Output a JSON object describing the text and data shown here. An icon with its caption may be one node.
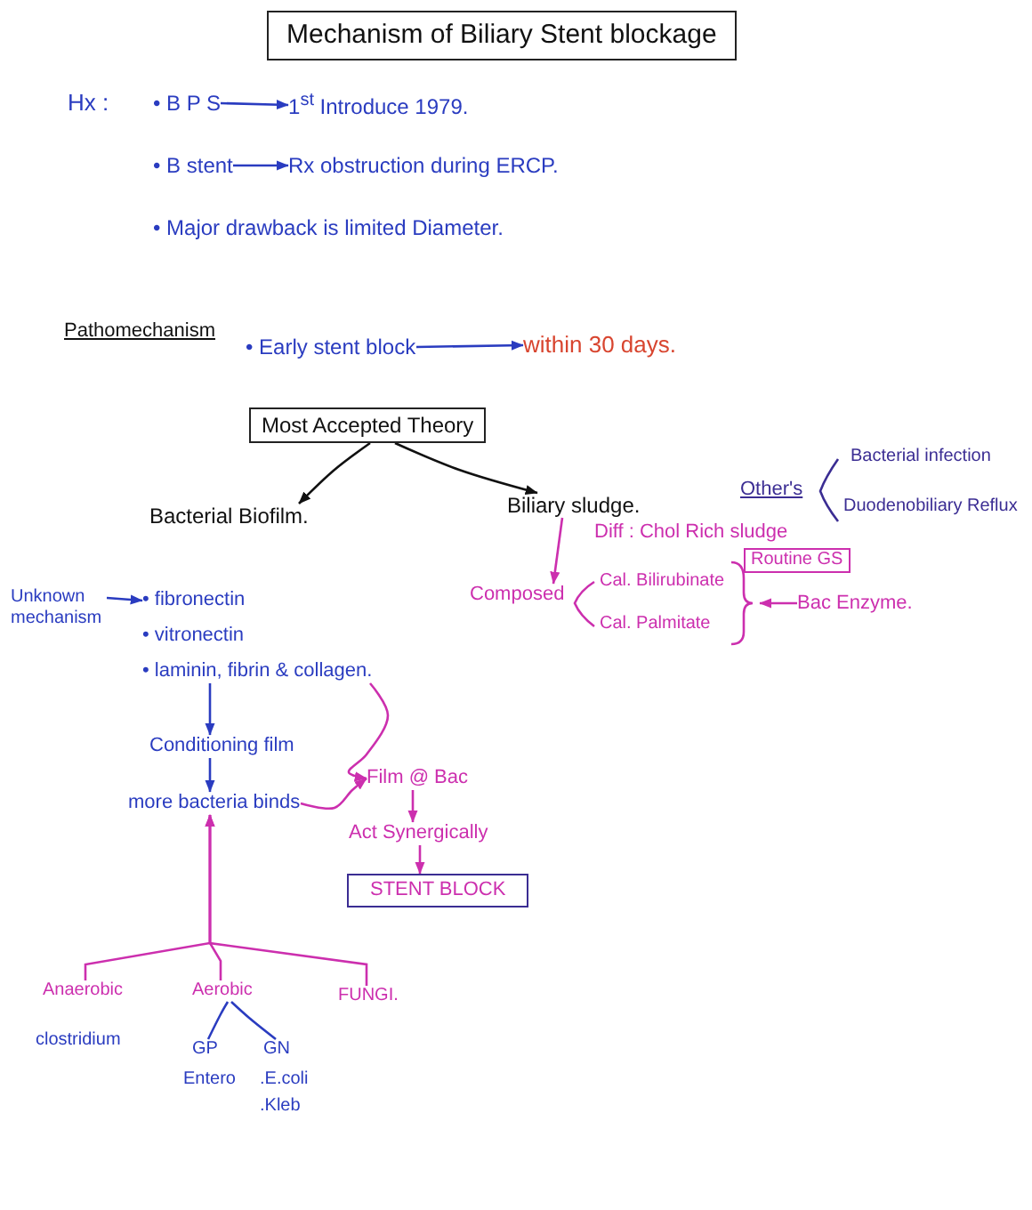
{
  "diagram": {
    "title": "Mechanism of Biliary Stent blockage",
    "nodes": [
      {
        "text": [
          "• B P S"
        ]
      },
      {
        "text": [
          "1$^{st}$ Introduce 1979."
        ]
      },
      {
        "text": [
          "• B stent"
        ]
      },
      {
        "text": [
          "Rx obstruction during ERCP."
        ]
      },
      {
        "text": [
          "• Early stent block"
        ]
      },
      {
        "text": [
          "within 30 days."
        ]
      },
      {
        "text": [
          "Most Accepted Theory"
        ]
      },
      {
        "text": [
          "Bacterial Biofilm."
        ]
      },
      {
        "text": [
          "Biliary sludge."
        ]
      },
      {
        "text": [
          "Routine GS"
        ]
      },
      {
        "text": [
          "Composed"
        ]
      },
      {
        "text": [
          "Bac Enzyme."
        ]
      },
      {
        "text": [
          "Unknown mechanism"
        ]
      },
      {
        "text": [
          "• fibronectin"
        ]
      },
      {
        "text": [
          "• vitronectin"
        ]
      },
      {
        "text": [
          "• laminin, fibrin & collagen."
        ]
      },
      {
        "text": [
          "Conditioning film"
        ]
      },
      {
        "text": [
          "more bacteria binds"
        ]
      },
      {
        "text": [
          "Film @ Bac"
        ]
      },
      {
        "text": [
          "Act Synergically"
        ]
      },
      {
        "text": [
          "STENT BLOCK"
        ]
      },
      {
        "text": [
          "Anaerobic"
        ],
        "beside": [
          "clostridium"
        ]
      },
      {
        "text": [
          "Aerobic"
        ]
      },
      {
        "text": [
          "FUNGI."
        ]
      },
      {
        "text": [
          "GP"
        ],
        "beside": [
          "Entero"
        ]
      },
      {
        "text": [
          "GN"
        ],
        "beside": [
          ".E.coli",
          ".Kleb"
        ]
      }
    ],
    "edges": [
      {
        "from": 0,
        "to": 1,
        "arrow": "to",
        "color": "#2a3cc0"
      },
      {
        "from": 2,
        "to": 3,
        "arrow": "to",
        "color": "#2a3cc0"
      },
      {
        "from": 4,
        "to": 5,
        "arrow": "to",
        "color": "#2a3cc0"
      },
      {
        "from": 6,
        "to": 7,
        "arrow": "to",
        "color": "#111111"
      },
      {
        "from": 6,
        "to": 8,
        "arrow": "to",
        "color": "#111111"
      },
      {
        "from": 8,
        "to": 10,
        "arrow": "to"
      },
      {
        "from": 11,
        "to": null,
        "arrow": "to"
      },
      {
        "from": 12,
        "to": 13,
        "arrow": "to",
        "color": "#2a3cc0"
      },
      {
        "from": 15,
        "to": 16,
        "arrow": "to",
        "color": "#2a3cc0"
      },
      {
        "from": 15,
        "to": 18,
        "arrow": "to"
      },
      {
        "from": 17,
        "to": 18,
        "arrow": "to"
      },
      {
        "from": 16,
        "to": 17,
        "arrow": "to",
        "color": "#2a3cc0"
      },
      {
        "from": 18,
        "to": 19,
        "arrow": "to"
      },
      {
        "from": 19,
        "to": 20,
        "arrow": "to"
      },
      {
        "from": 21,
        "to": 17,
        "arrow": "to"
      },
      {
        "from": 22,
        "to": 17,
        "arrow": "to"
      },
      {
        "from": 23,
        "to": 17,
        "arrow": "to"
      },
      {
        "from": 22,
        "to": 24,
        "arrow": "none",
        "color": "#2a3cc0"
      },
      {
        "from": 22,
        "to": 25,
        "arrow": "none",
        "color": "#2a3cc0"
      }
    ],
    "labels": [
      "Hx :",
      "• Major drawback is limited Diameter.",
      "Pathomechanism",
      "Other's",
      "Bacterial infection",
      "Duodenobiliary Reflux",
      "Diff : Chol Rich sludge",
      "Cal. Bilirubinate",
      "Cal. Palmitate"
    ]
  }
}
